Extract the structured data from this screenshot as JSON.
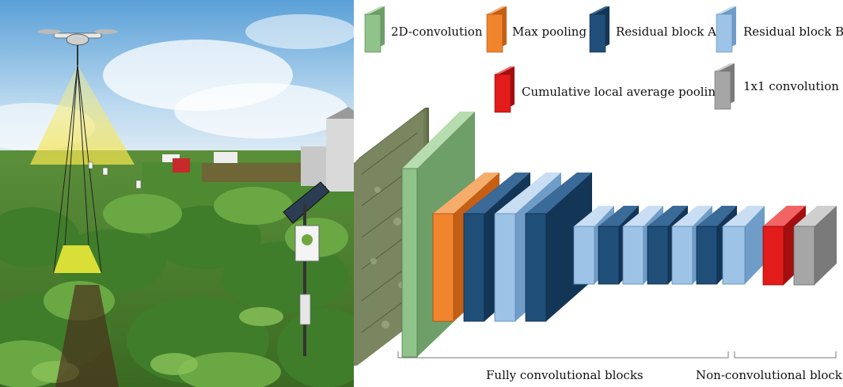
{
  "legend": [
    {
      "label": "2D-convolution",
      "color": "#8fc38a"
    },
    {
      "label": "Max pooling",
      "color": "#f0852d"
    },
    {
      "label": "Residual block A",
      "color": "#1f4e79"
    },
    {
      "label": "Residual block B",
      "color": "#9dc3e6"
    },
    {
      "label": "Cumulative local average pooling",
      "color": "#e21b1b"
    },
    {
      "label": "1x1 convolution",
      "color": "#a6a6a6"
    }
  ],
  "groups": {
    "fully_conv": "Fully convolutional blocks",
    "non_conv": "Non-convolutional blocks"
  },
  "scene": {
    "sensor_icon": "sensor-logo-icon"
  }
}
